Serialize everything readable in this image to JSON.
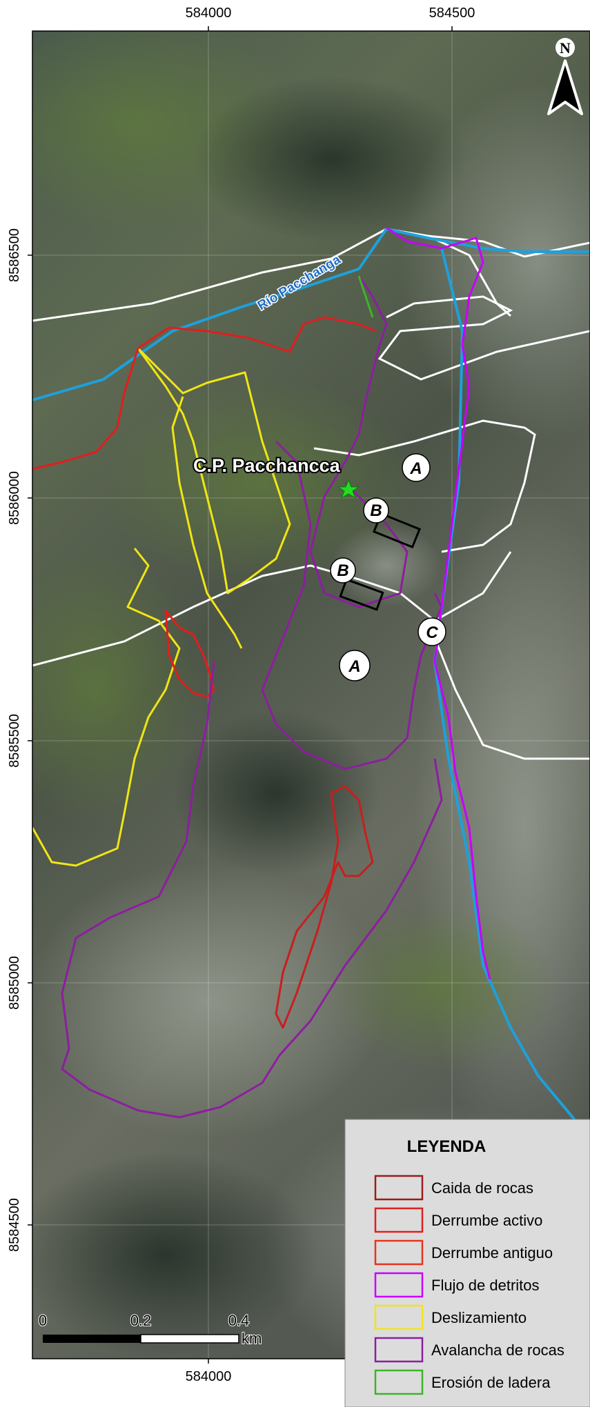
{
  "map": {
    "town_label": "C.P. Pacchancca",
    "river_label": "Río Pacchanga",
    "north_label": "N",
    "markers": [
      {
        "label": "A"
      },
      {
        "label": "B"
      },
      {
        "label": "B"
      },
      {
        "label": "C"
      },
      {
        "label": "A"
      }
    ]
  },
  "axes": {
    "x_ticks": [
      "584000",
      "584500"
    ],
    "y_ticks": [
      "8586500",
      "8586000",
      "8585500",
      "8585000",
      "8584500"
    ]
  },
  "scale_bar": {
    "labels": [
      "0",
      "0.2",
      "0.4"
    ],
    "unit": "km"
  },
  "legend": {
    "title": "LEYENDA",
    "items": [
      {
        "label": "Caida de rocas",
        "color": "#9b1c1c"
      },
      {
        "label": "Derrumbe activo",
        "color": "#e01e1e"
      },
      {
        "label": "Derrumbe antiguo",
        "color": "#e8321e"
      },
      {
        "label": "Flujo de detritos",
        "color": "#c800ff"
      },
      {
        "label": "Deslizamiento",
        "color": "#f0e614"
      },
      {
        "label": "Avalancha de rocas",
        "color": "#8c1ea0"
      },
      {
        "label": "Erosión de ladera",
        "color": "#3cb428"
      }
    ]
  },
  "colors": {
    "road": "#ffffff",
    "river": "#1ea0dc"
  }
}
